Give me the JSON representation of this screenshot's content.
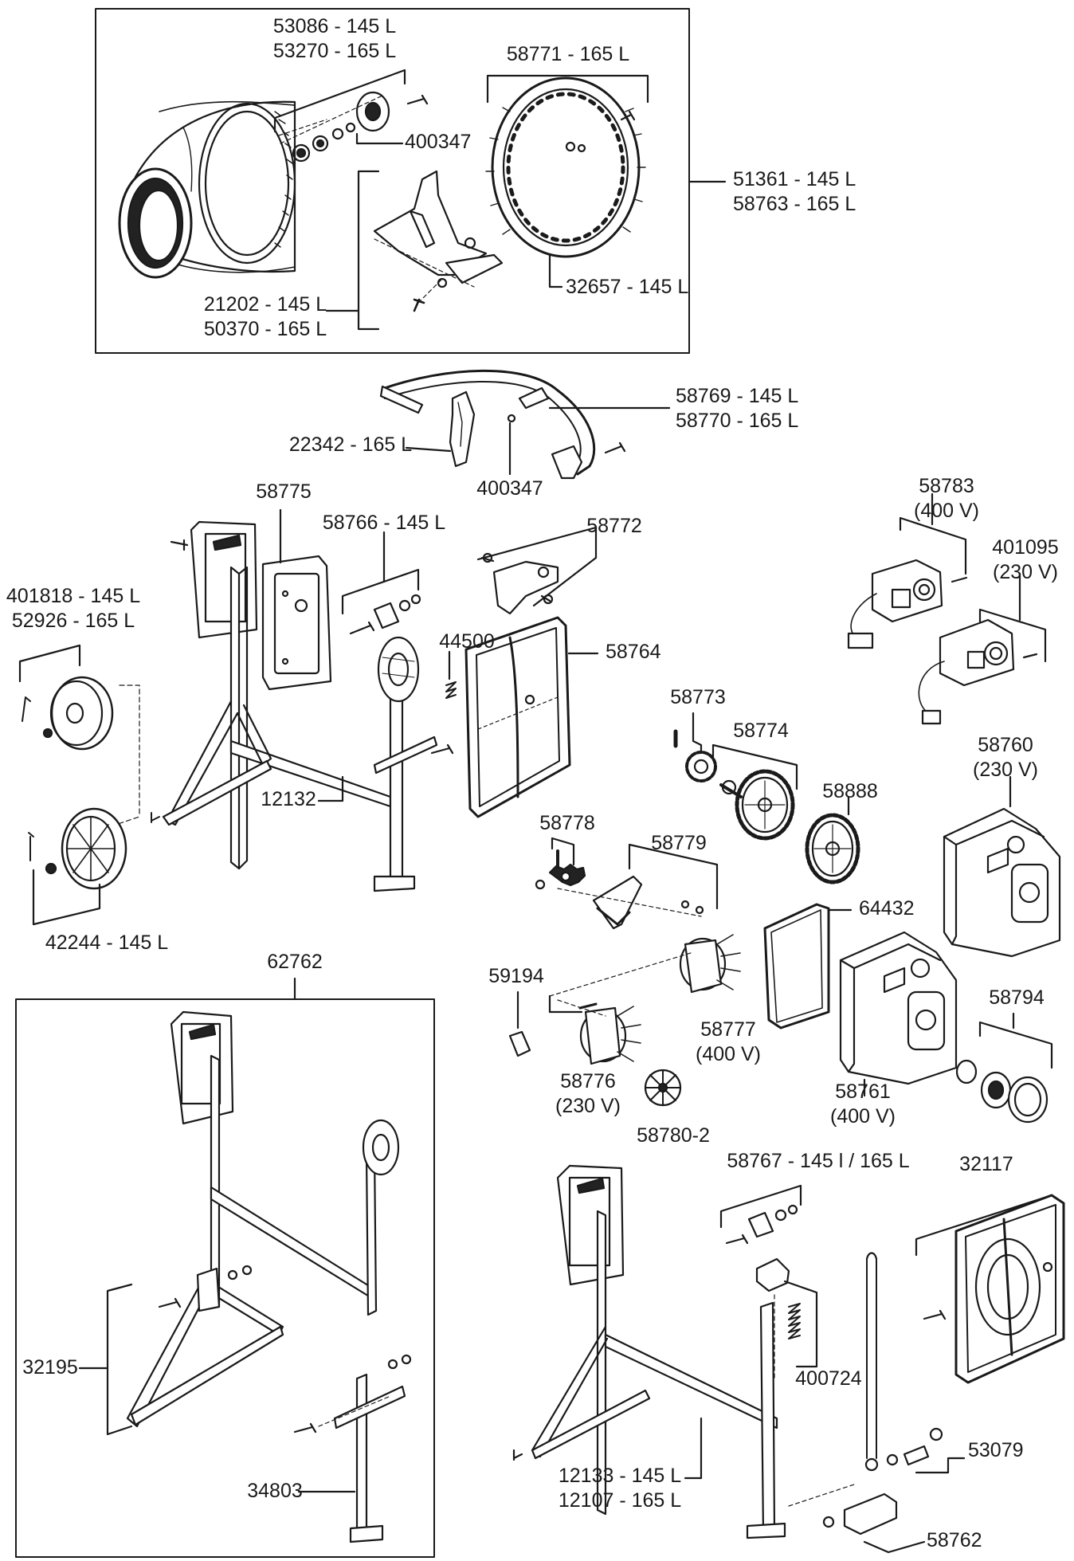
{
  "diagram": {
    "labels": {
      "drum_bearing": [
        "53086 - 145 L",
        "53270 - 165 L"
      ],
      "drum_washer": "400347",
      "drum_ring": "58771 - 165 L",
      "drum_assembly": [
        "51361 - 145 L",
        "58763 - 165 L"
      ],
      "paddle": [
        "21202 - 145 L",
        "50370 - 165 L"
      ],
      "ring_gear": "32657 - 145 L",
      "tilt_handle": [
        "58769 - 145 L",
        "58770 - 165 L"
      ],
      "handle_grip": "22342 - 165 L",
      "handle_washer": "400347",
      "side_plate": "58775",
      "bracket_145": "58766 - 145 L",
      "bracket": "58772",
      "switch_400v": [
        "58783",
        "(400 V)"
      ],
      "switch_230v": [
        "401095",
        "(230 V)"
      ],
      "wheel_145_165": [
        "401818 - 145 L",
        "52926 - 165 L"
      ],
      "spring": "44500",
      "guard_frame": "58764",
      "pinion": "58773",
      "gear_shaft": "58774",
      "motor_cover_230v": [
        "58760",
        "(230 V)"
      ],
      "gear": "58888",
      "frame": "12132",
      "clutch": "58778",
      "belt_arm": "58779",
      "gasket": "64432",
      "wheel_145": "42244 - 145 L",
      "frame_kit": "62762",
      "foot": "59194",
      "motor_400v": [
        "58777",
        "(400 V)"
      ],
      "cover_kit": "58794",
      "motor_230v": [
        "58776",
        "(230 V)"
      ],
      "motor_cover_400v": [
        "58761",
        "(400 V)"
      ],
      "fan": "58780-2",
      "bracket_both": "58767 - 145 l / 165 L",
      "guard": "32117",
      "front_leg": "32195",
      "spring_2": "400724",
      "rear_leg": "34803",
      "bolt": "53079",
      "frame_alt": [
        "12133 - 145 L",
        "12107 - 165 L"
      ],
      "clamp": "58762"
    }
  }
}
